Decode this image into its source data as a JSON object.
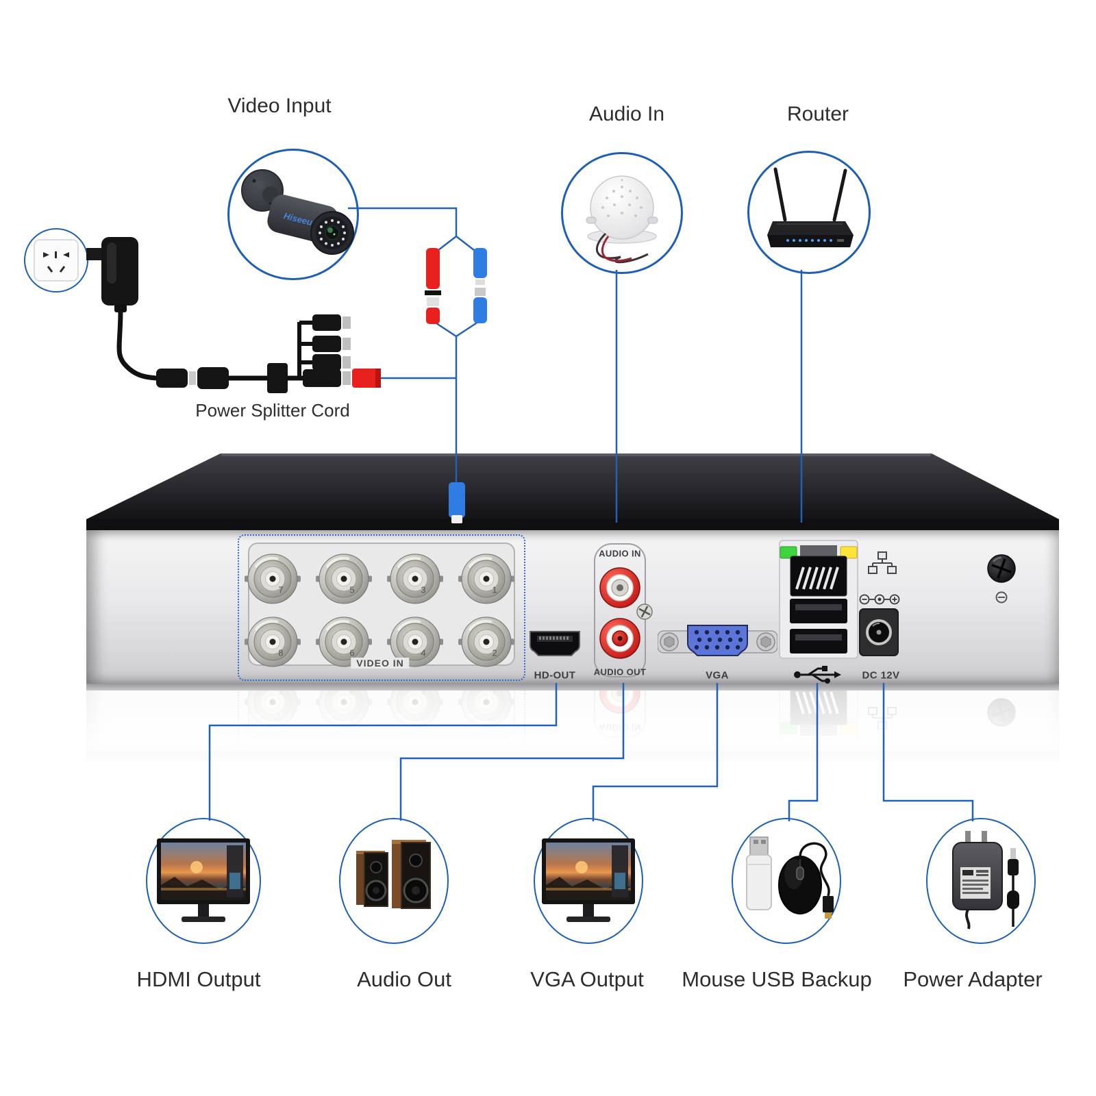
{
  "top_section": {
    "video_input_label": "Video Input",
    "audio_in_label": "Audio In",
    "router_label": "Router",
    "power_splitter_label": "Power Splitter Cord",
    "camera_logo": "Hiseeu"
  },
  "dvr_panel": {
    "video_in_label": "VIDEO IN",
    "hd_out_label": "HD-OUT",
    "audio_in_label": "AUDIO IN",
    "audio_out_label": "AUDIO OUT",
    "vga_label": "VGA",
    "dc_label": "DC 12V",
    "bnc_numbers": [
      "7",
      "5",
      "3",
      "1",
      "8",
      "6",
      "4",
      "2"
    ],
    "icons": {
      "usb": "usb-trident-icon",
      "network": "network-nodes-icon",
      "dc_polarity": "dc-polarity-icon",
      "ground": "ground-screw-icon"
    }
  },
  "bottom_section": {
    "items": [
      {
        "label": "HDMI Output"
      },
      {
        "label": "Audio Out"
      },
      {
        "label": "VGA Output"
      },
      {
        "label": "Mouse USB Backup"
      },
      {
        "label": "Power Adapter"
      }
    ]
  },
  "colors": {
    "line_blue": "#2161b8",
    "circle_blue": "#1d5fb4",
    "connector_red": "#e8201e",
    "connector_blue": "#2f7de2",
    "vga_blue": "#5b76d8",
    "led_green": "#3ed43e",
    "led_yellow": "#ffe23a",
    "rca_red": "#d42020"
  }
}
